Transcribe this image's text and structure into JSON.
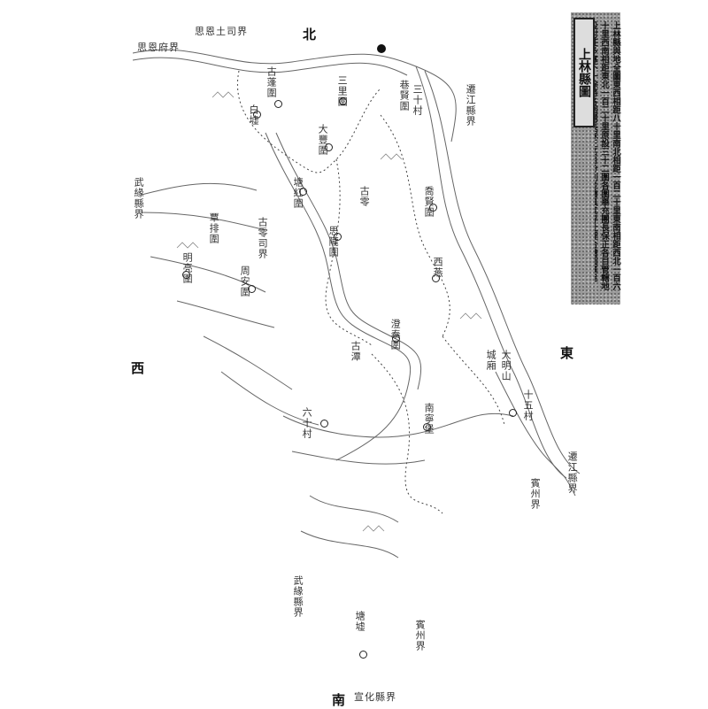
{
  "title": "上林縣圖",
  "description": "上林縣與地全圖東西相距八十里南北相距一百二十里東南相距西北一百六十里西南相距東北一百二十里原設三十二圍各圍舉充團長保正各目管轄地段村莊多寡不一除將各圍團長保正名目分列並繪具其界址理合繪圖稟呈",
  "directions": {
    "north": "北",
    "east": "東",
    "south": "南",
    "west": "西"
  },
  "borders": {
    "northwest_1": "思恩土司界",
    "northwest_2": "思恩府界",
    "west_1": "武緣縣界",
    "west_2": "古零司界",
    "east": "遷江縣界",
    "northeast": "遷江縣界",
    "southeast": "賓州界",
    "south_1": "宣化縣界",
    "south_2": "賓州界",
    "southwest": "武緣縣界"
  },
  "places": [
    "古蓬圍",
    "三里圍",
    "巷賢圍",
    "三十村",
    "白墟",
    "大豐圍",
    "塘紅圍",
    "古零",
    "喬賢圍",
    "思隴圍",
    "覃排圍",
    "明亮圍",
    "周安圍",
    "西燕",
    "澄泰圍",
    "大明山",
    "城廂",
    "十五村",
    "南寧堡",
    "六十村",
    "古潭",
    "塘墟"
  ]
}
